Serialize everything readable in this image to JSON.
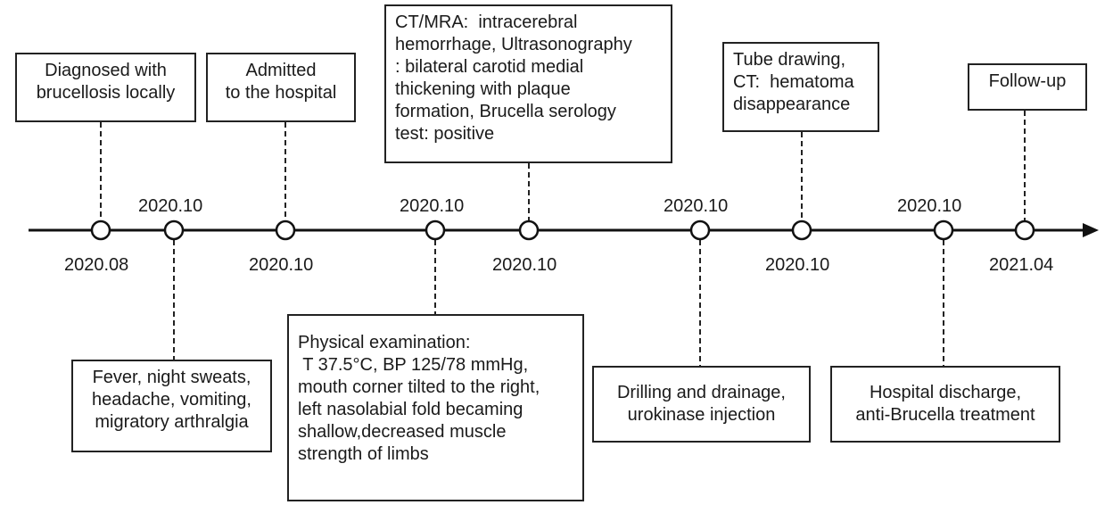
{
  "timeline": {
    "nodes": [
      {
        "id": "n1",
        "date": "2020.08",
        "event": [
          "Diagnosed with",
          "brucellosis locally"
        ]
      },
      {
        "id": "n2",
        "date": "2020.10",
        "event": [
          "Fever, night sweats,",
          "headache, vomiting,",
          "migratory arthralgia"
        ]
      },
      {
        "id": "n3",
        "date": "2020.10",
        "event": [
          "Admitted",
          "to the hospital"
        ]
      },
      {
        "id": "n4",
        "date": "2020.10",
        "event": [
          "Physical examination:",
          " T 37.5°C, BP 125/78 mmHg,",
          "mouth corner tilted to the right,",
          "left nasolabial fold becaming",
          "shallow,decreased muscle",
          "strength of limbs"
        ]
      },
      {
        "id": "n5",
        "date": "2020.10",
        "event": [
          "CT/MRA:  intracerebral",
          "hemorrhage, Ultrasonography",
          ": bilateral carotid medial",
          "thickening with plaque",
          "formation, Brucella serology",
          "test: positive"
        ]
      },
      {
        "id": "n6",
        "date": "2020.10",
        "event": [
          "Drilling and drainage,",
          "urokinase injection"
        ]
      },
      {
        "id": "n7",
        "date": "2020.10",
        "event": [
          "Tube drawing,",
          "CT:  hematoma",
          "disappearance"
        ]
      },
      {
        "id": "n8",
        "date": "2020.10",
        "event": [
          "Hospital discharge,",
          "anti-Brucella treatment"
        ]
      },
      {
        "id": "n9",
        "date": "2021.04",
        "event": [
          "Follow-up"
        ]
      }
    ]
  }
}
